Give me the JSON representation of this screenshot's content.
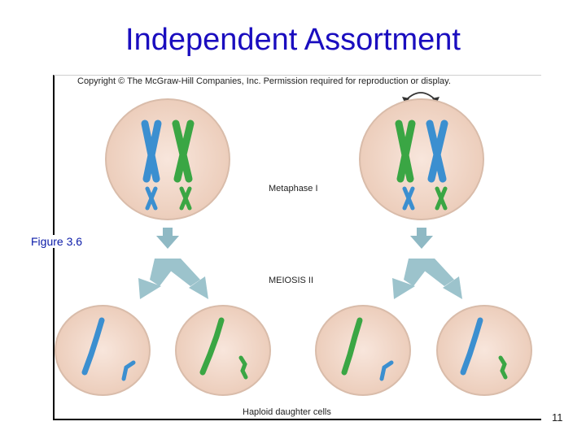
{
  "slide": {
    "title": "Independent Assortment",
    "figure_label": "Figure 3.6",
    "page_number": "11"
  },
  "figure": {
    "copyright": "Copyright © The McGraw-Hill Companies, Inc. Permission required for reproduction or display.",
    "labels": {
      "metaphase": "Metaphase I",
      "meiosis": "MEIOSIS II",
      "daughter": "Haploid daughter cells"
    },
    "colors": {
      "cell_fill": "#f3ddd0",
      "cell_stroke": "#d9bcaa",
      "chrom_blue": "#3b8fd0",
      "chrom_green": "#3aa644",
      "arrow": "#9cc3cc",
      "title": "#1a0dbf"
    }
  }
}
